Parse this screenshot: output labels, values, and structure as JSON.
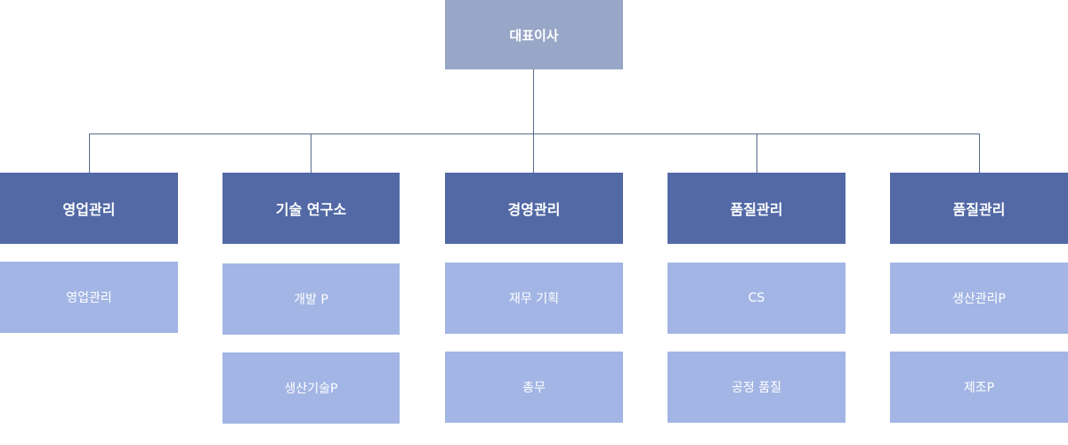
{
  "chart": {
    "ceo": "대표이사",
    "departments": [
      {
        "name": "영업관리",
        "teams": [
          "영업관리"
        ]
      },
      {
        "name": "기술 연구소",
        "teams": [
          "개발 P",
          "생산기술P"
        ]
      },
      {
        "name": "경영관리",
        "teams": [
          "재무 기획",
          "총무"
        ]
      },
      {
        "name": "품질관리",
        "teams": [
          "CS",
          "공정 품질"
        ]
      },
      {
        "name": "품질관리",
        "teams": [
          "생산관리P",
          "제조P"
        ]
      }
    ]
  }
}
